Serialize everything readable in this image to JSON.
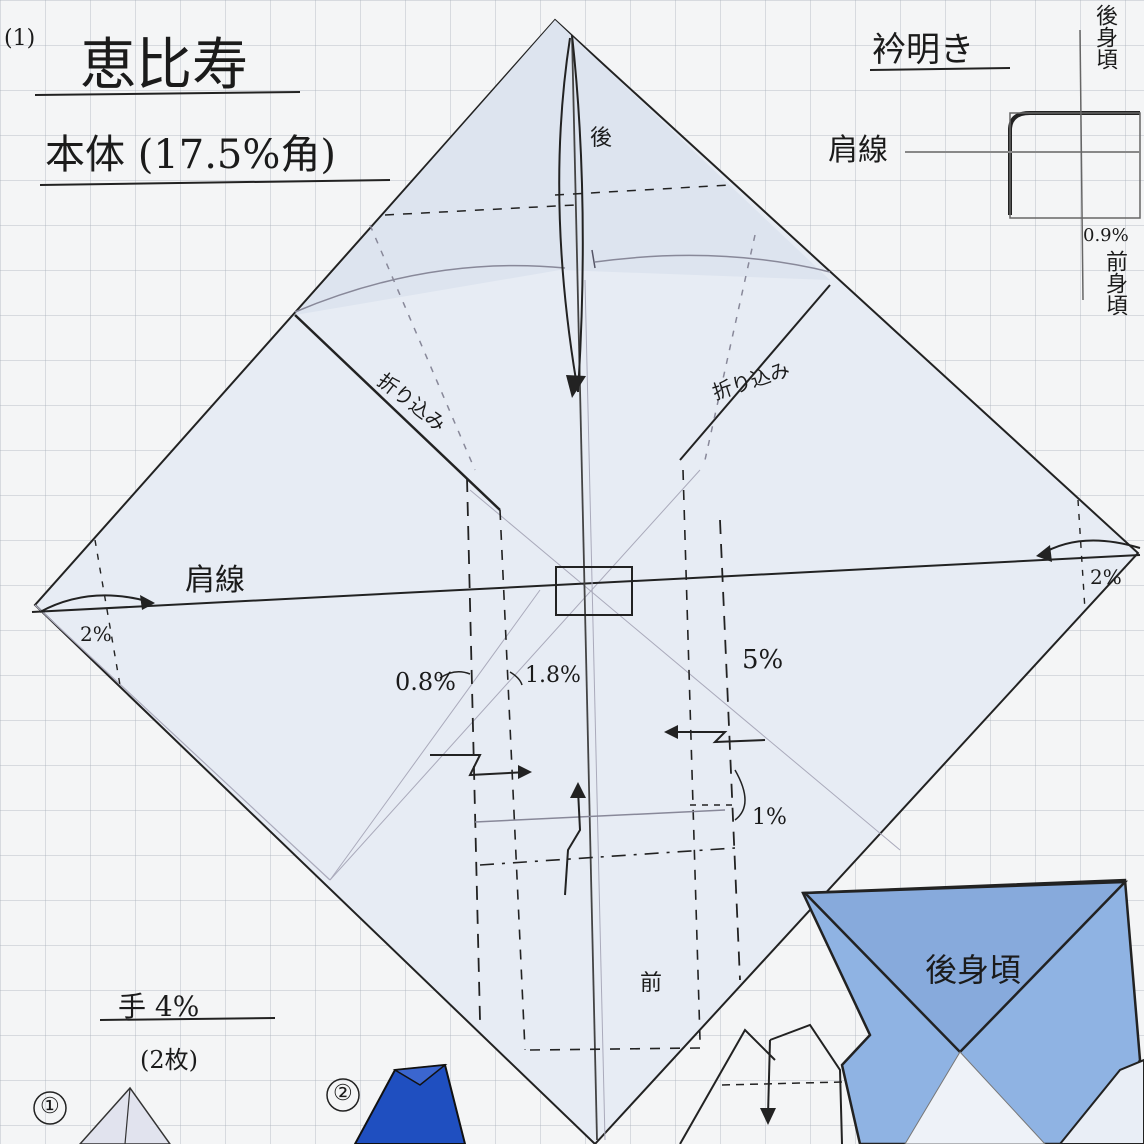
{
  "title": {
    "index": "(1)",
    "name": "恵比寿"
  },
  "subtitle": "本体 (17.5%角)",
  "collar_section": {
    "title": "衿明き",
    "shoulder_line": "肩線",
    "back_body": "後身頃",
    "front_body": "前身頃",
    "measure": "0.9%"
  },
  "main_diagram": {
    "top_label": "後",
    "bottom_label": "前",
    "shoulder_line": "肩線",
    "fold_in_left": "折り込み",
    "fold_in_right": "折り込み",
    "m_left_shoulder": "2%",
    "m_right_shoulder": "2%",
    "m_08": "0.8%",
    "m_18": "1.8%",
    "m_5": "5%",
    "m_1": "1%"
  },
  "hand_section": {
    "title": "手 4%",
    "count": "(2枚)",
    "step1": "①",
    "step2": "②"
  },
  "completed_part": {
    "label": "後身頃"
  },
  "colors": {
    "paper_blue": "#8fb3e3",
    "dark_blue": "#1f4fc0",
    "light_paper": "#e6ebf3",
    "ink": "#1b1b1b"
  }
}
